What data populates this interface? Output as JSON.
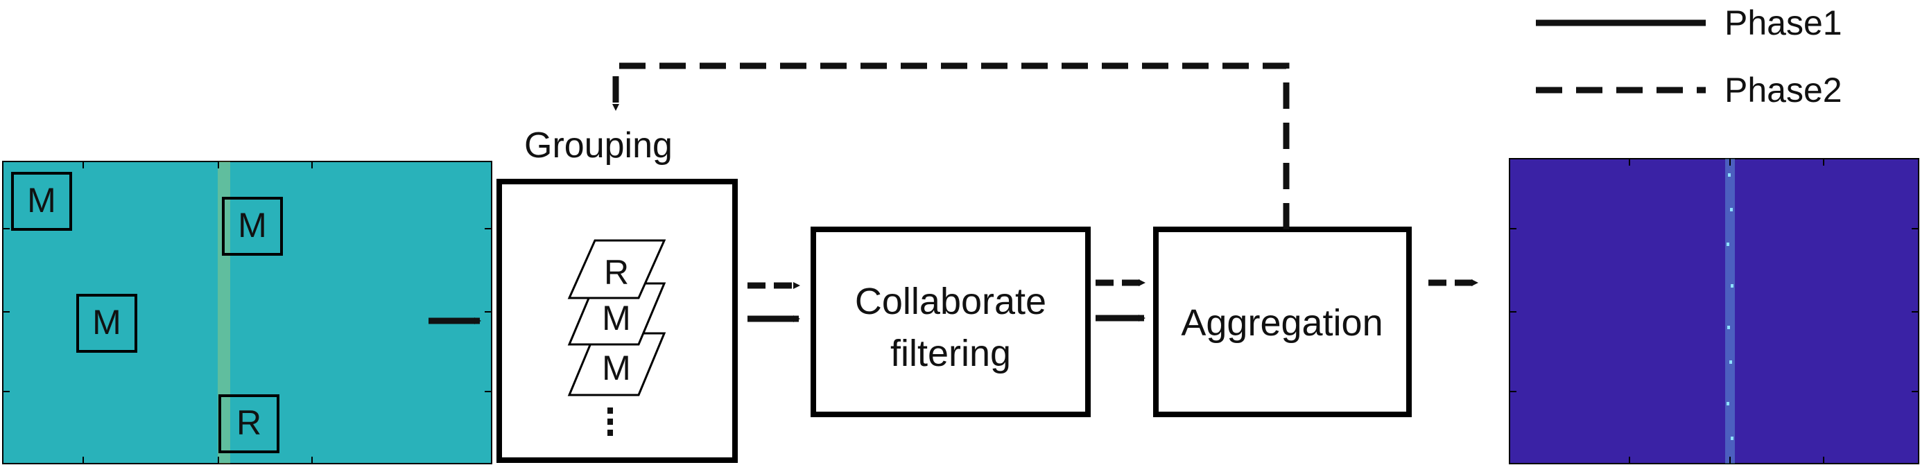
{
  "legend": {
    "solid_label": "Phase1",
    "dashed_label": "Phase2"
  },
  "input_image": {
    "color": "#29b2ba",
    "noise_column_color": "#c9d46a",
    "patches": [
      "M",
      "M",
      "M",
      "R"
    ]
  },
  "grouping": {
    "title": "Grouping",
    "stack": [
      "R",
      "M",
      "M"
    ],
    "ellipsis": "⋮"
  },
  "filtering": {
    "line1": "Collaborate",
    "line2": "filtering"
  },
  "aggregation": {
    "label": "Aggregation"
  },
  "output_image": {
    "color": "#3a22a5",
    "streak_color": "#6fd0f0"
  },
  "colors": {
    "ink": "#111111",
    "frame": "#000000"
  }
}
